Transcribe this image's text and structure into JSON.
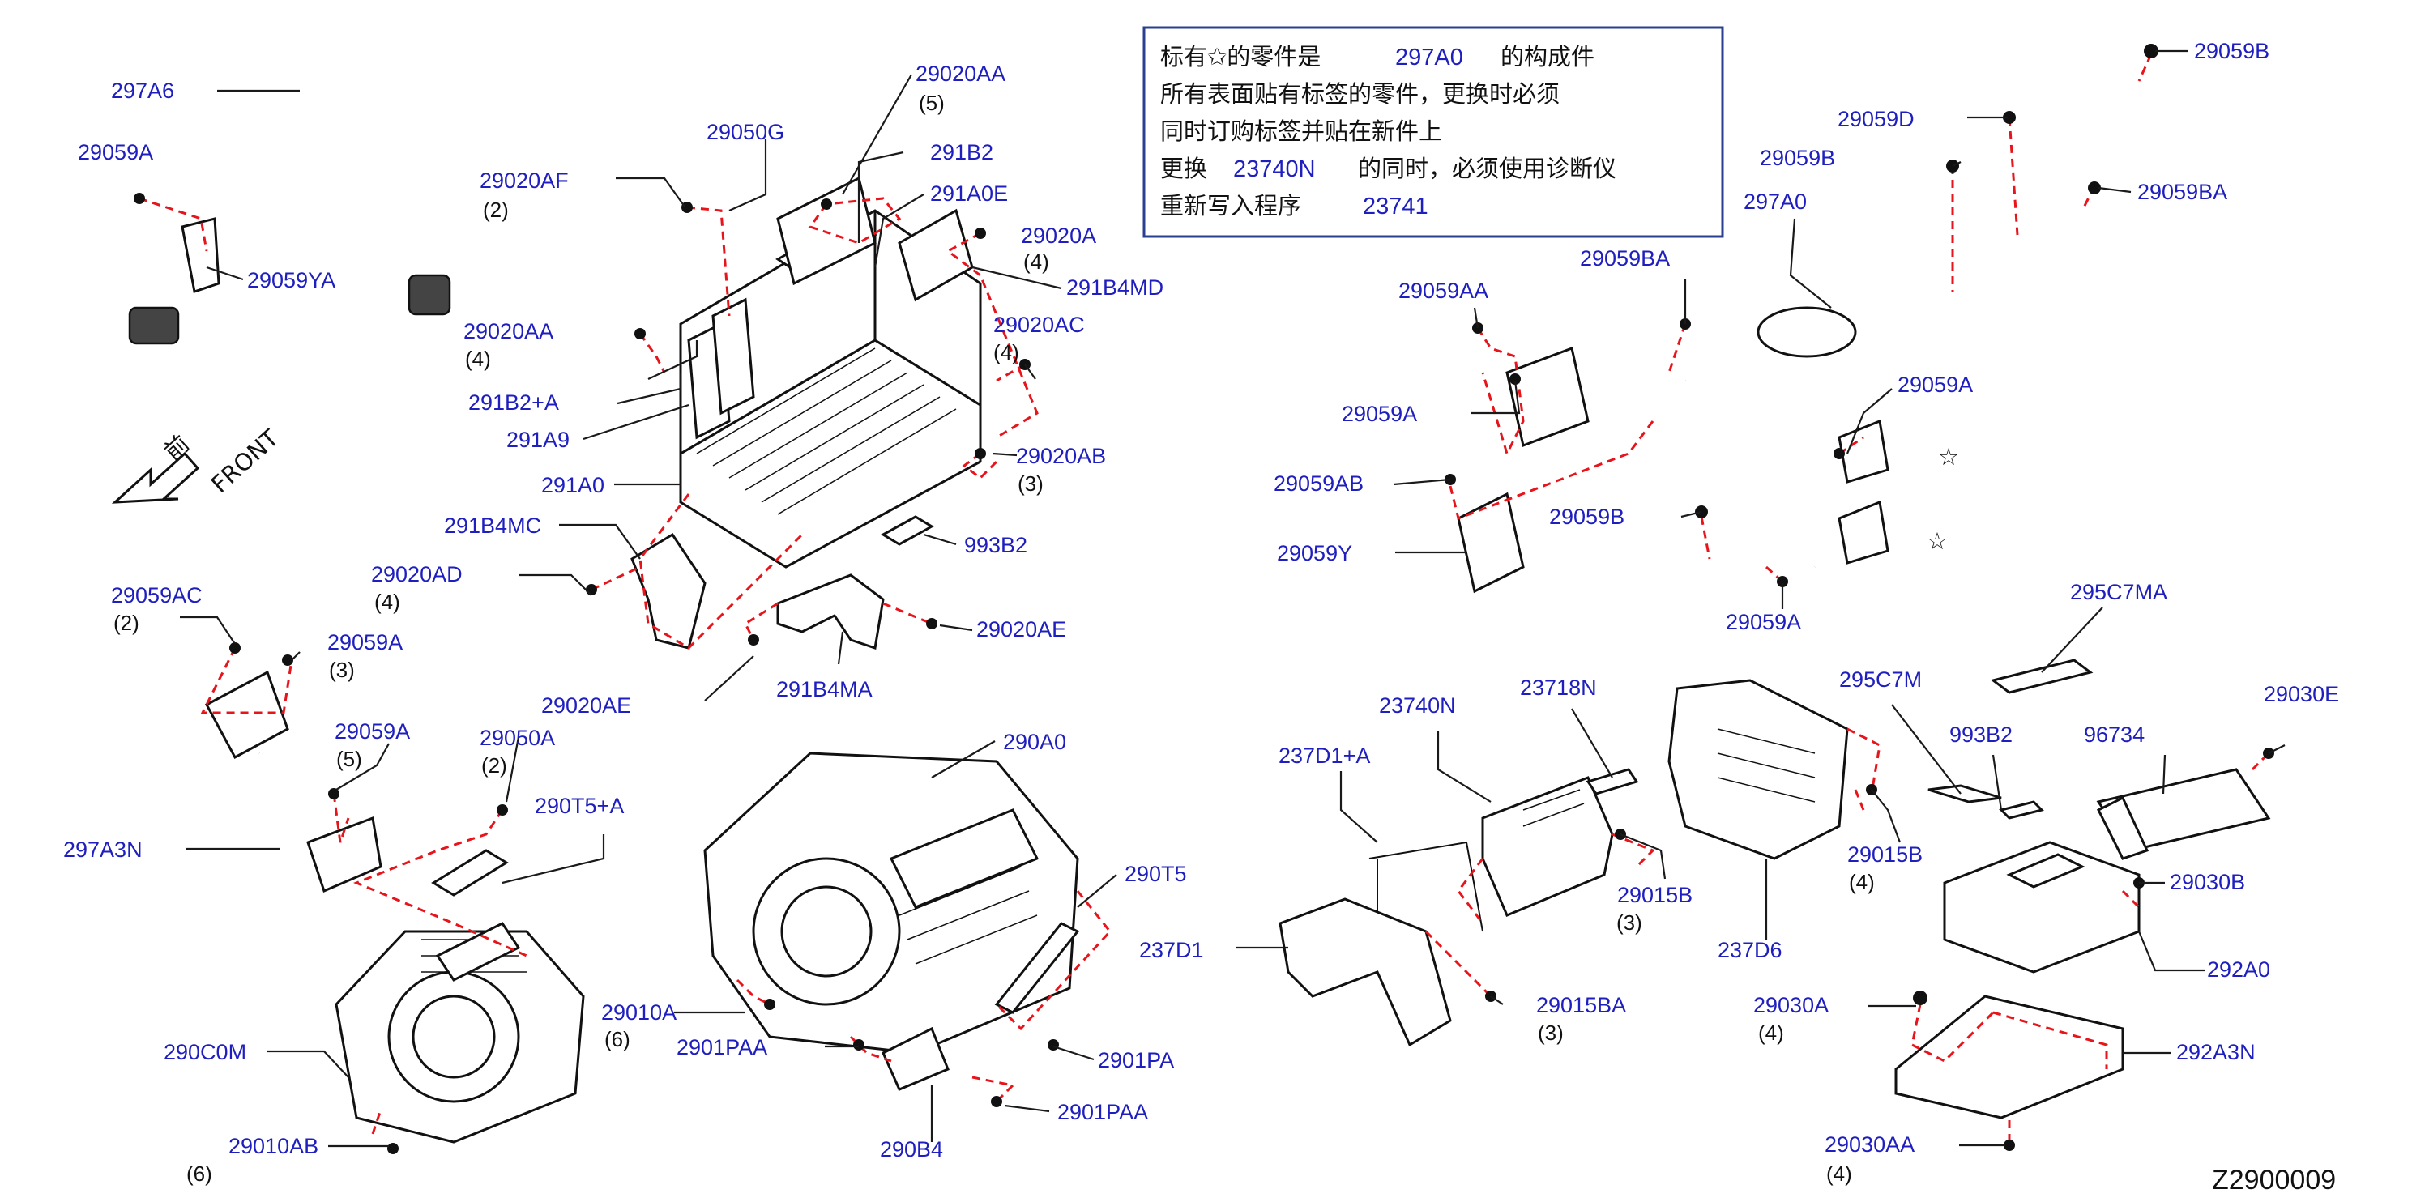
{
  "diagram_id": "Z2900009",
  "front_marker": {
    "cn": "前",
    "en": "FRONT"
  },
  "notes": {
    "line1": {
      "pre": "标有✩的零件是",
      "ref": "297A0",
      "post": "的构成件"
    },
    "line2": "所有表面贴有标签的零件，更换时必须",
    "line3": "同时订购标签并贴在新件上",
    "line4": {
      "pre": "更换",
      "ref": "23740N",
      "post": "的同时，必须使用诊断仪"
    },
    "line5": {
      "pre": "重新写入程序",
      "ref": "23741"
    }
  },
  "labels": {
    "l_297A6": "297A6",
    "l_29059A_1": "29059A",
    "l_29059YA": "29059YA",
    "l_29050G": "29050G",
    "l_29020AA_1": "29020AA",
    "q_29020AA_1": "(5)",
    "l_291B2": "291B2",
    "l_291A0E": "291A0E",
    "l_29020AF": "29020AF",
    "q_29020AF": "(2)",
    "l_29020A_1": "29020A",
    "q_29020A_1": "(4)",
    "l_291B4MD": "291B4MD",
    "l_29020AA_2": "29020AA",
    "q_29020AA_2": "(4)",
    "l_29020AC": "29020AC",
    "q_29020AC": "(4)",
    "l_291B2A": "291B2+A",
    "l_291A9": "291A9",
    "l_29020AB": "29020AB",
    "q_29020AB": "(3)",
    "l_291A0": "291A0",
    "l_291B4MC": "291B4MC",
    "l_993B2_1": "993B2",
    "l_29020AD": "29020AD",
    "q_29020AD": "(4)",
    "l_29020AE_1": "29020AE",
    "l_291B4MA": "291B4MA",
    "l_29020AE_2": "29020AE",
    "l_29059AC": "29059AC",
    "q_29059AC": "(2)",
    "l_29059A_2": "29059A",
    "q_29059A_2": "(3)",
    "l_29059A_3": "29059A",
    "q_29059A_3": "(5)",
    "l_29050A": "29050A",
    "q_29050A": "(2)",
    "l_290T5A": "290T5+A",
    "l_297A3N": "297A3N",
    "l_290A0": "290A0",
    "l_290T5": "290T5",
    "l_290C0M": "290C0M",
    "l_29010A": "29010A",
    "q_29010A": "(6)",
    "l_2901PAA_1": "2901PAA",
    "l_2901PA": "2901PA",
    "l_2901PAA_2": "2901PAA",
    "l_29010AB": "29010AB",
    "q_29010AB": "(6)",
    "l_290B4": "290B4",
    "l_29059B_1": "29059B",
    "l_29059D": "29059D",
    "l_29059B_2": "29059B",
    "l_29059BA_1": "29059BA",
    "l_297A0": "297A0",
    "l_29059BA_2": "29059BA",
    "l_29059AA": "29059AA",
    "l_29059A_4": "29059A",
    "l_29059A_5": "29059A",
    "l_29059AB": "29059AB",
    "l_29059B_3": "29059B",
    "l_29059Y": "29059Y",
    "l_29059A_6": "29059A",
    "l_23740N": "23740N",
    "l_23718N": "23718N",
    "l_237D1A": "237D1+A",
    "l_29015B_1": "29015B",
    "q_29015B_1": "(3)",
    "l_237D1": "237D1",
    "l_29015BA": "29015BA",
    "q_29015BA": "(3)",
    "l_237D6": "237D6",
    "l_29015B_2": "29015B",
    "q_29015B_2": "(4)",
    "l_295C7M": "295C7M",
    "l_295C7MA": "295C7MA",
    "l_993B2_2": "993B2",
    "l_96734": "96734",
    "l_29030E": "29030E",
    "l_29030B": "29030B",
    "l_292A0": "292A0",
    "l_29030A": "29030A",
    "q_29030A": "(4)",
    "l_292A3N": "292A3N",
    "l_29030AA": "29030AA",
    "q_29030AA": "(4)"
  }
}
